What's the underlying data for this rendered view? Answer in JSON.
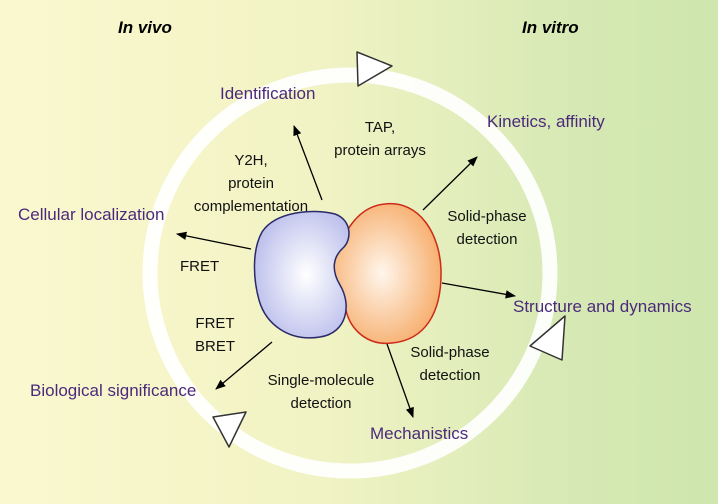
{
  "headers": {
    "left": "In vivo",
    "right": "In vitro"
  },
  "categories": {
    "identification": "Identification",
    "kinetics": "Kinetics, affinity",
    "cellular_localization": "Cellular localization",
    "structure_dynamics": "Structure and dynamics",
    "biological_significance": "Biological significance",
    "mechanistics": "Mechanistics"
  },
  "methods": {
    "y2h": [
      "Y2H,",
      "protein",
      "complementation"
    ],
    "tap": [
      "TAP,",
      "protein arrays"
    ],
    "fret": "FRET",
    "fret_bret": [
      "FRET",
      "BRET"
    ],
    "single_molecule": [
      "Single-molecule",
      "detection"
    ],
    "solid_phase_upper": [
      "Solid-phase",
      "detection"
    ],
    "solid_phase_lower": [
      "Solid-phase",
      "detection"
    ]
  },
  "colors": {
    "ring": "#ffffff",
    "category_text": "#4b2a7c",
    "left_protein_fill": "#c9ccef",
    "left_protein_stroke": "#2a2a6a",
    "right_protein_fill": "#f8c48c",
    "right_protein_stroke": "#cc2a1a"
  }
}
